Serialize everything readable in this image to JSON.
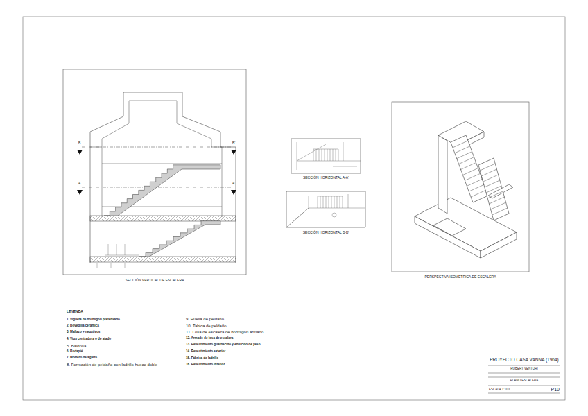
{
  "diagram": {
    "nodes": [
      {
        "text": [
          "PROYECTO CASA VANNA (1964)",
          "ROBERT VENTURI",
          "PLANO ESCALERA",
          "ESCALA 1:100",
          "P10"
        ]
      }
    ],
    "labels": [
      "SECCIÓN VERTICAL DE ESCALERA",
      "B",
      "B'",
      "A",
      "A'",
      "SECCIÓN HORIZONTAL A-A'",
      "SECCIÓN HORIZONTAL B-B'",
      "PERSPECTIVA ISOMÉTRICA DE ESCALERA",
      "LEYENDA"
    ],
    "legend": [
      {
        "text": "1. Vigueta de hormigón pretensado"
      },
      {
        "text": "2. Bovedilla cerámica"
      },
      {
        "text": "3. Mallazo + negativos"
      },
      {
        "text": "4. Viga centradora o de atado"
      },
      {
        "text": "5. Baldosa"
      },
      {
        "text": "6. Rodapié"
      },
      {
        "text": "7. Mortero de agarre"
      },
      {
        "text": "8. Formación de peldaño con ladrillo hueco doble"
      },
      {
        "text": "9. Huella de peldaño"
      },
      {
        "text": "10. Tabica de peldaño"
      },
      {
        "text": "11. Losa de escalera de hormigón armado"
      },
      {
        "text": "12. Armado de losa de escalera"
      },
      {
        "text": "13. Revestimiento guarnecido y enlucido de yeso"
      },
      {
        "text": "14. Revestimiento exterior"
      },
      {
        "text": "15. Fábrica de ladrillo"
      },
      {
        "text": "16. Revestimiento interior"
      }
    ]
  }
}
